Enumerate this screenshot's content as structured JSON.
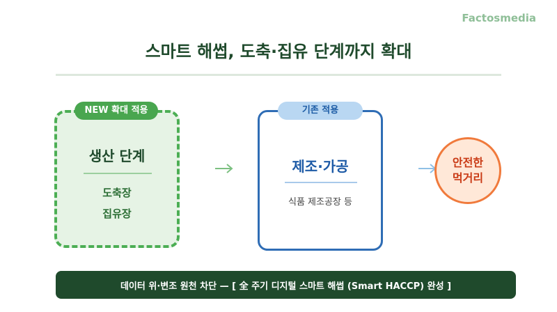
{
  "brand": {
    "logo_text": "Factosmedia"
  },
  "title": "스마트 해썹, 도축·집유 단계까지 확대",
  "stages": {
    "production": {
      "badge": "NEW 확대 적용",
      "title": "생산 단계",
      "items": [
        "도축장",
        "집유장"
      ]
    },
    "manufacturing": {
      "badge": "기존 적용",
      "title": "제조·가공",
      "subtitle": "식품 제조공장 등"
    },
    "result": {
      "line1": "안전한",
      "line2": "먹거리"
    }
  },
  "banner": {
    "text": "데이터 위·변조 원천 차단 — [ 全 주기 디지털 스마트 해썹 (Smart HACCP) 완성 ]"
  },
  "colors": {
    "primary_green": "#1f4a2c",
    "accent_green": "#49a64f",
    "blue": "#2f6db5",
    "orange": "#f07a3c"
  },
  "icons": [
    "arrow-right-icon",
    "arrow-right-icon"
  ]
}
